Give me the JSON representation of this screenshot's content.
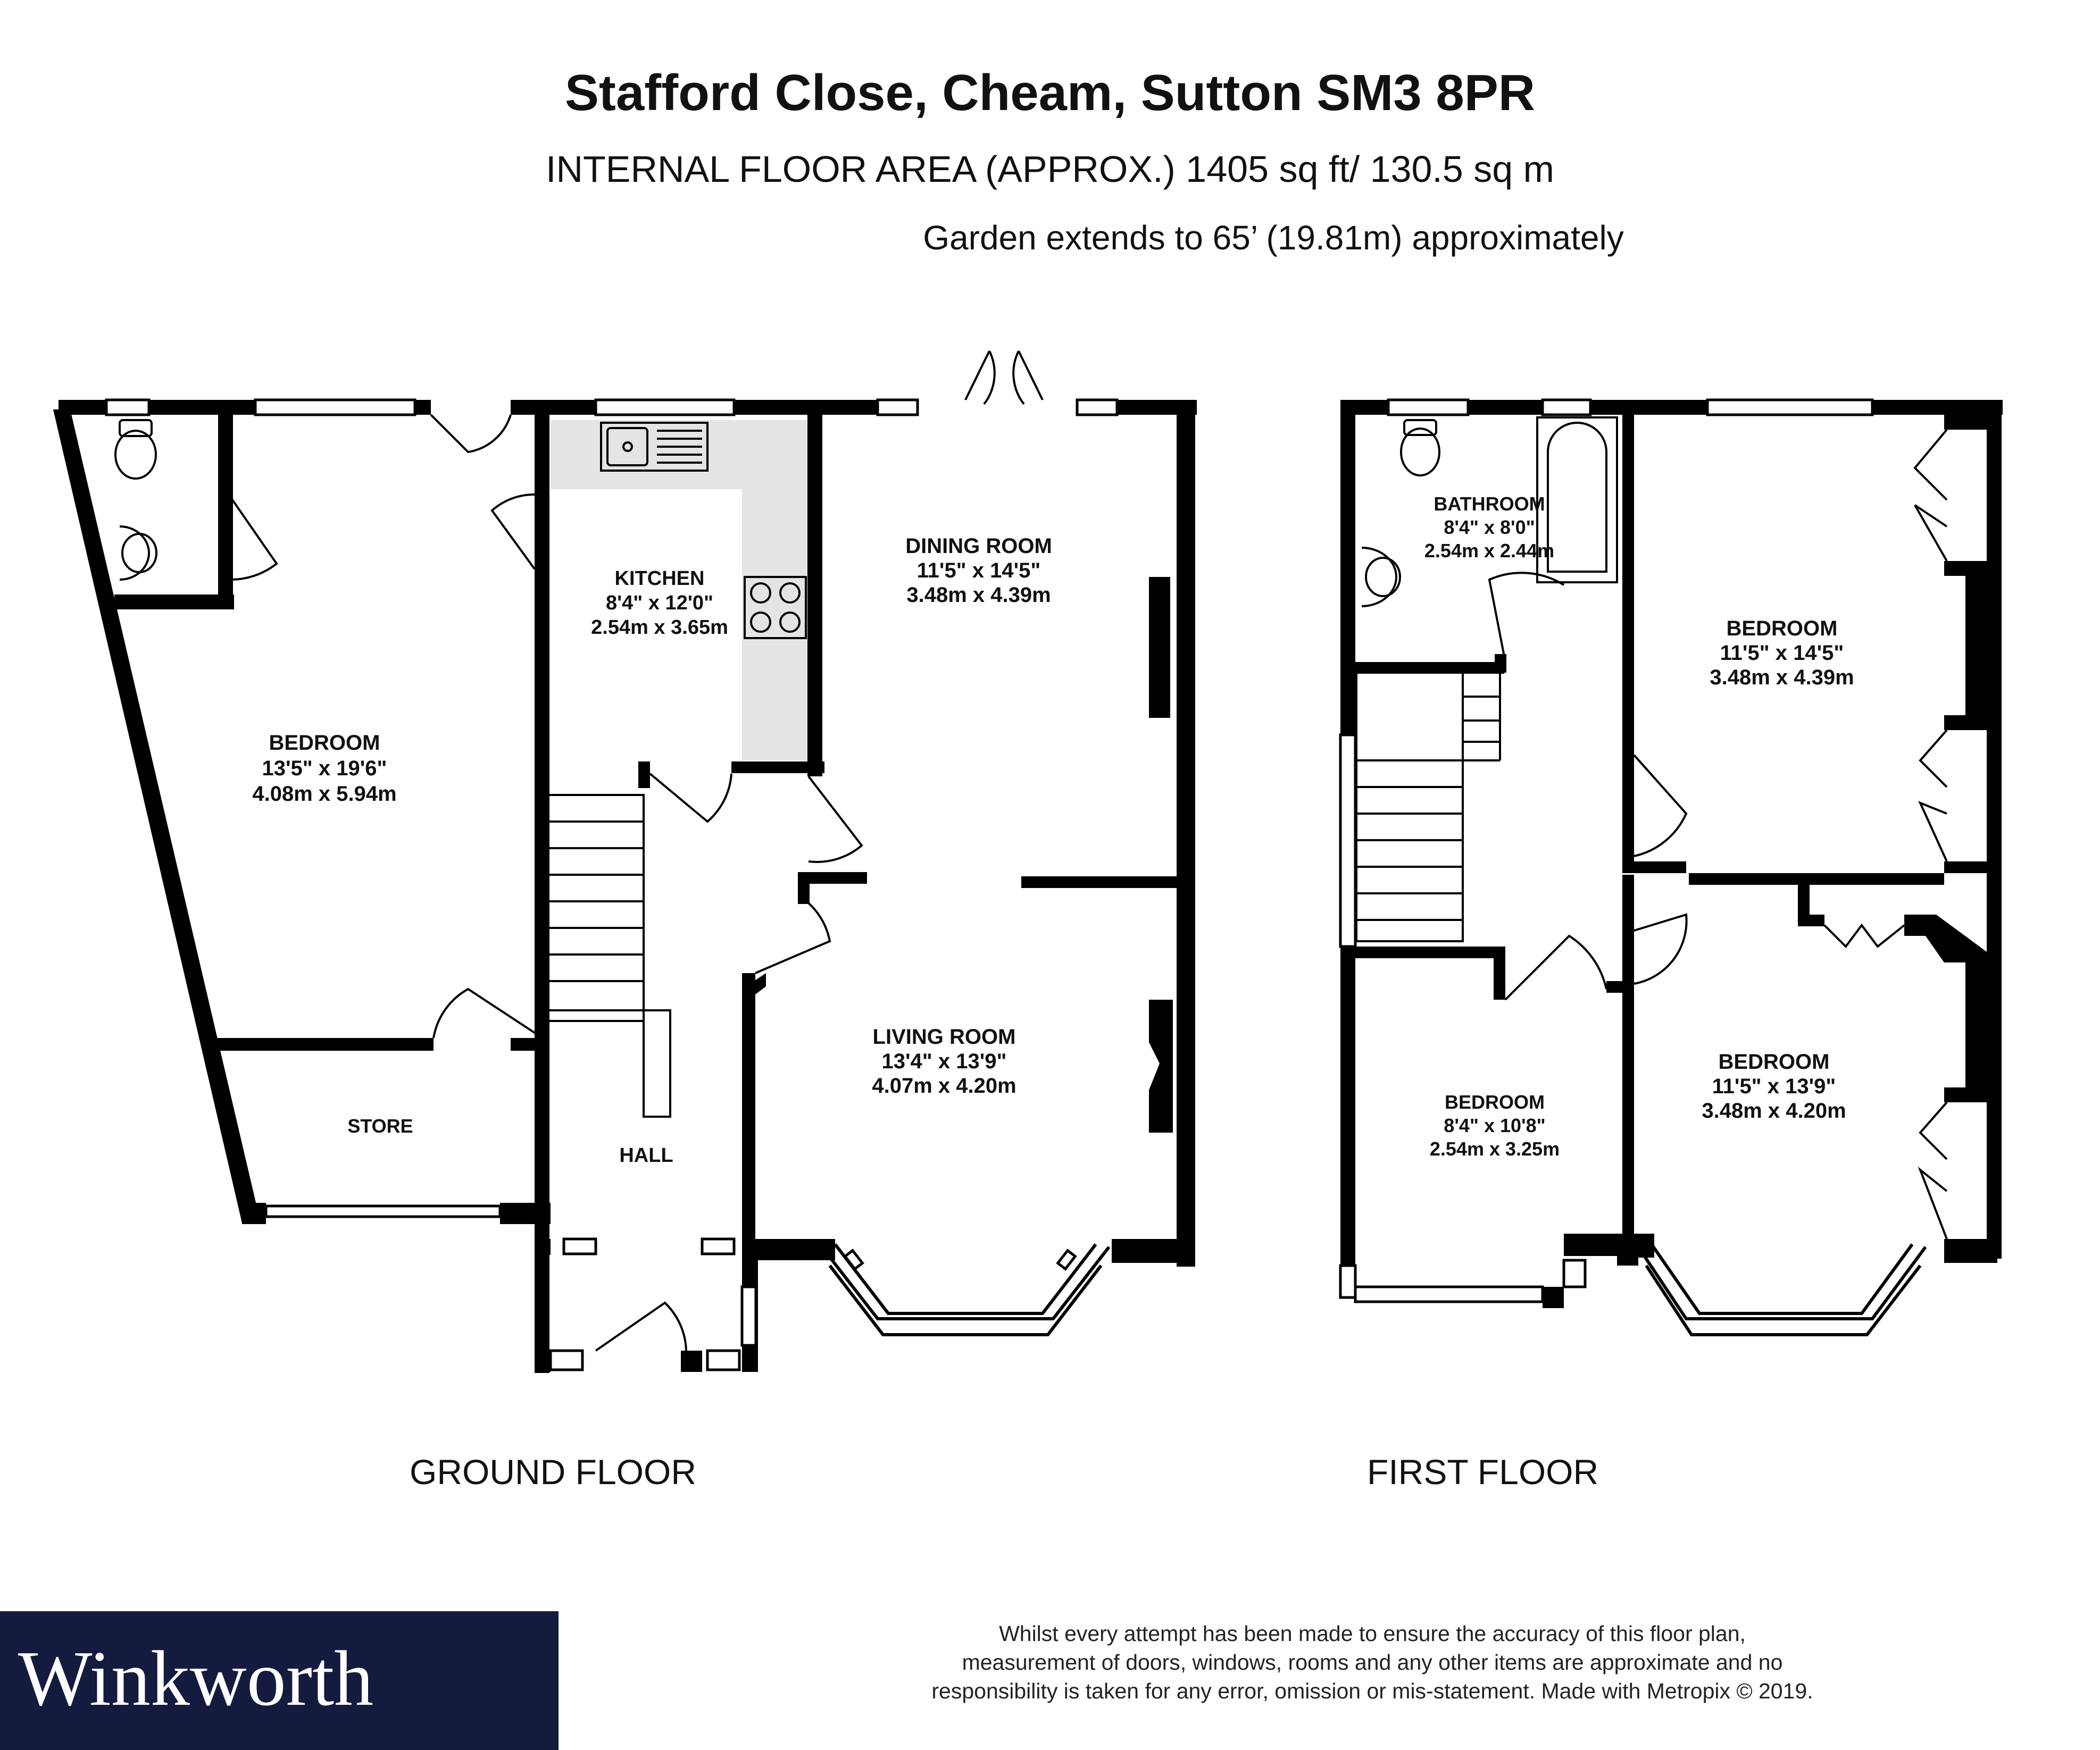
{
  "header": {
    "title": "Stafford Close, Cheam, Sutton SM3 8PR",
    "subtitle": "INTERNAL FLOOR AREA (APPROX.) 1405 sq ft/ 130.5 sq m",
    "garden": "Garden extends to 65’ (19.81m) approximately"
  },
  "ground_floor": {
    "label": "GROUND FLOOR",
    "rooms": {
      "bedroom": {
        "name": "BEDROOM",
        "imperial": "13'5\"  x 19'6\"",
        "metric": "4.08m  x 5.94m"
      },
      "store": {
        "name": "STORE"
      },
      "kitchen": {
        "name": "KITCHEN",
        "imperial": "8'4\"  x 12'0\"",
        "metric": "2.54m  x 3.65m"
      },
      "hall": {
        "name": "HALL"
      },
      "dining": {
        "name": "DINING ROOM",
        "imperial": "11'5\"  x 14'5\"",
        "metric": "3.48m  x 4.39m"
      },
      "living": {
        "name": "LIVING ROOM",
        "imperial": "13'4\"  x 13'9\"",
        "metric": "4.07m  x 4.20m"
      }
    }
  },
  "first_floor": {
    "label": "FIRST FLOOR",
    "rooms": {
      "bathroom": {
        "name": "BATHROOM",
        "imperial": "8'4\"  x 8'0\"",
        "metric": "2.54m  x 2.44m"
      },
      "bedroom_rear": {
        "name": "BEDROOM",
        "imperial": "11'5\"  x 14'5\"",
        "metric": "3.48m  x 4.39m"
      },
      "bedroom_small": {
        "name": "BEDROOM",
        "imperial": "8'4\"  x 10'8\"",
        "metric": "2.54m  x 3.25m"
      },
      "bedroom_front": {
        "name": "BEDROOM",
        "imperial": "11'5\"  x 13'9\"",
        "metric": "3.48m  x 4.20m"
      }
    }
  },
  "footer": {
    "brand": "Winkworth",
    "disclaimer_1": "Whilst every attempt has been made to ensure the accuracy of this floor plan,",
    "disclaimer_2": "measurement of doors, windows, rooms and any other items are approximate and no",
    "disclaimer_3": "responsibility is taken for any error, omission or mis-statement. Made with Metropix © 2019."
  },
  "colors": {
    "wall": "#000000",
    "kitchen_fill": "#e4e4e4",
    "brand_bg": "#141b3f"
  }
}
